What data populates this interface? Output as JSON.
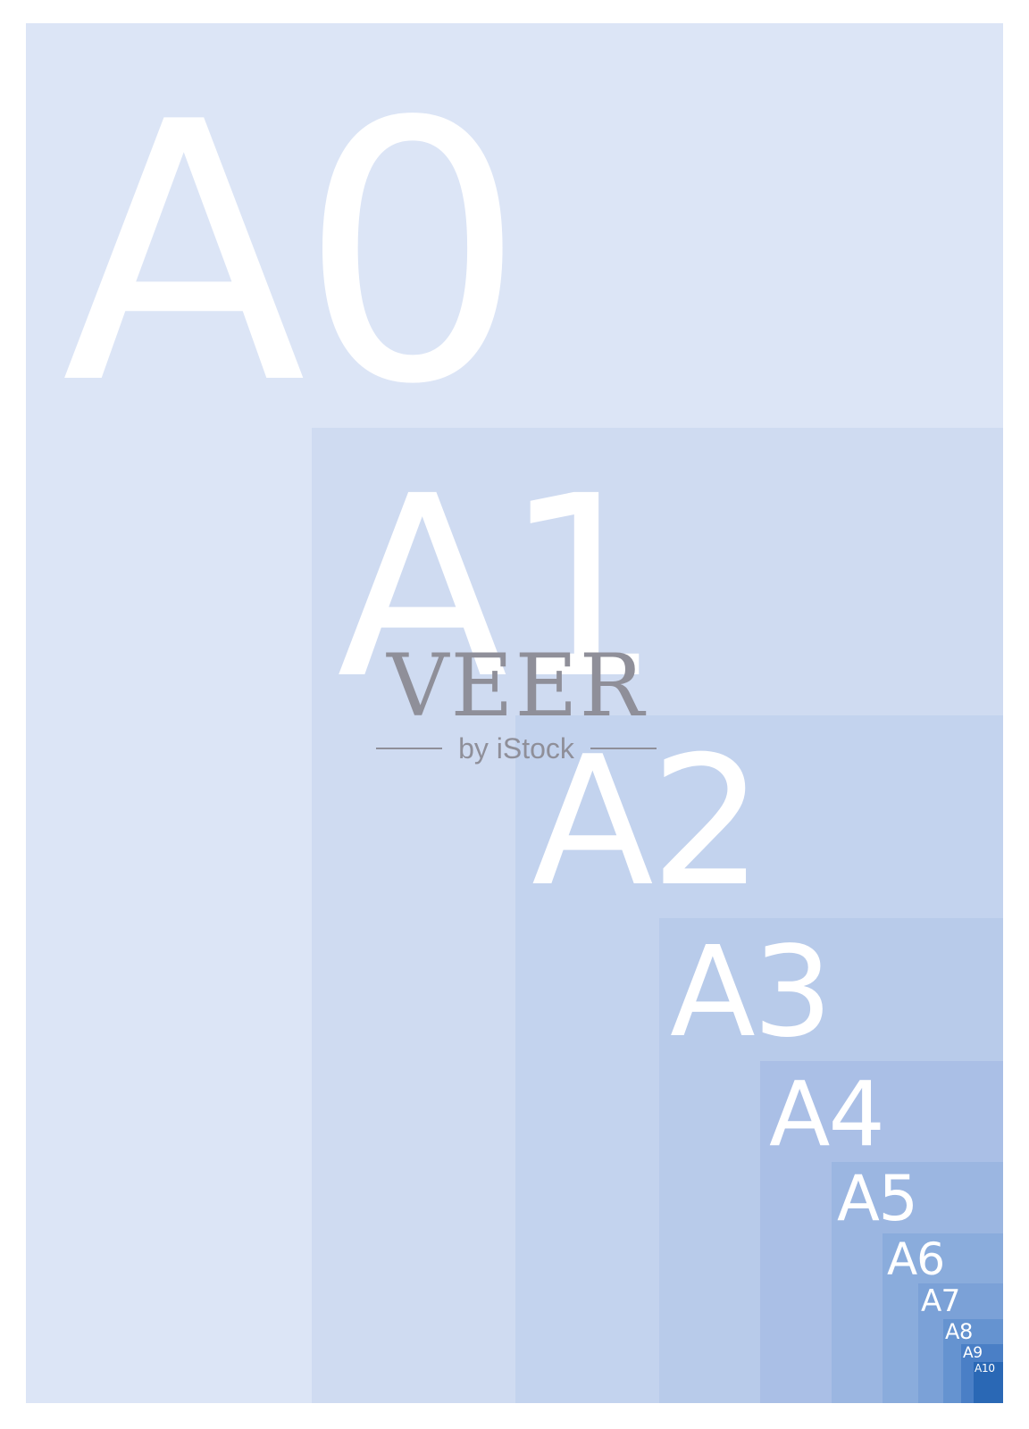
{
  "sheets": [
    {
      "label": "A0",
      "color": "#dce5f6"
    },
    {
      "label": "A1",
      "color": "#cfdbf1"
    },
    {
      "label": "A2",
      "color": "#c3d3ee"
    },
    {
      "label": "A3",
      "color": "#b8cbea"
    },
    {
      "label": "A4",
      "color": "#aabfe6"
    },
    {
      "label": "A5",
      "color": "#9bb6e1"
    },
    {
      "label": "A6",
      "color": "#8aacdc"
    },
    {
      "label": "A7",
      "color": "#7ba1d7"
    },
    {
      "label": "A8",
      "color": "#6593d0"
    },
    {
      "label": "A9",
      "color": "#4a7fc6"
    },
    {
      "label": "A10",
      "color": "#2a68b5"
    }
  ],
  "watermark": {
    "brand": "VEER",
    "sub": "by iStock"
  }
}
